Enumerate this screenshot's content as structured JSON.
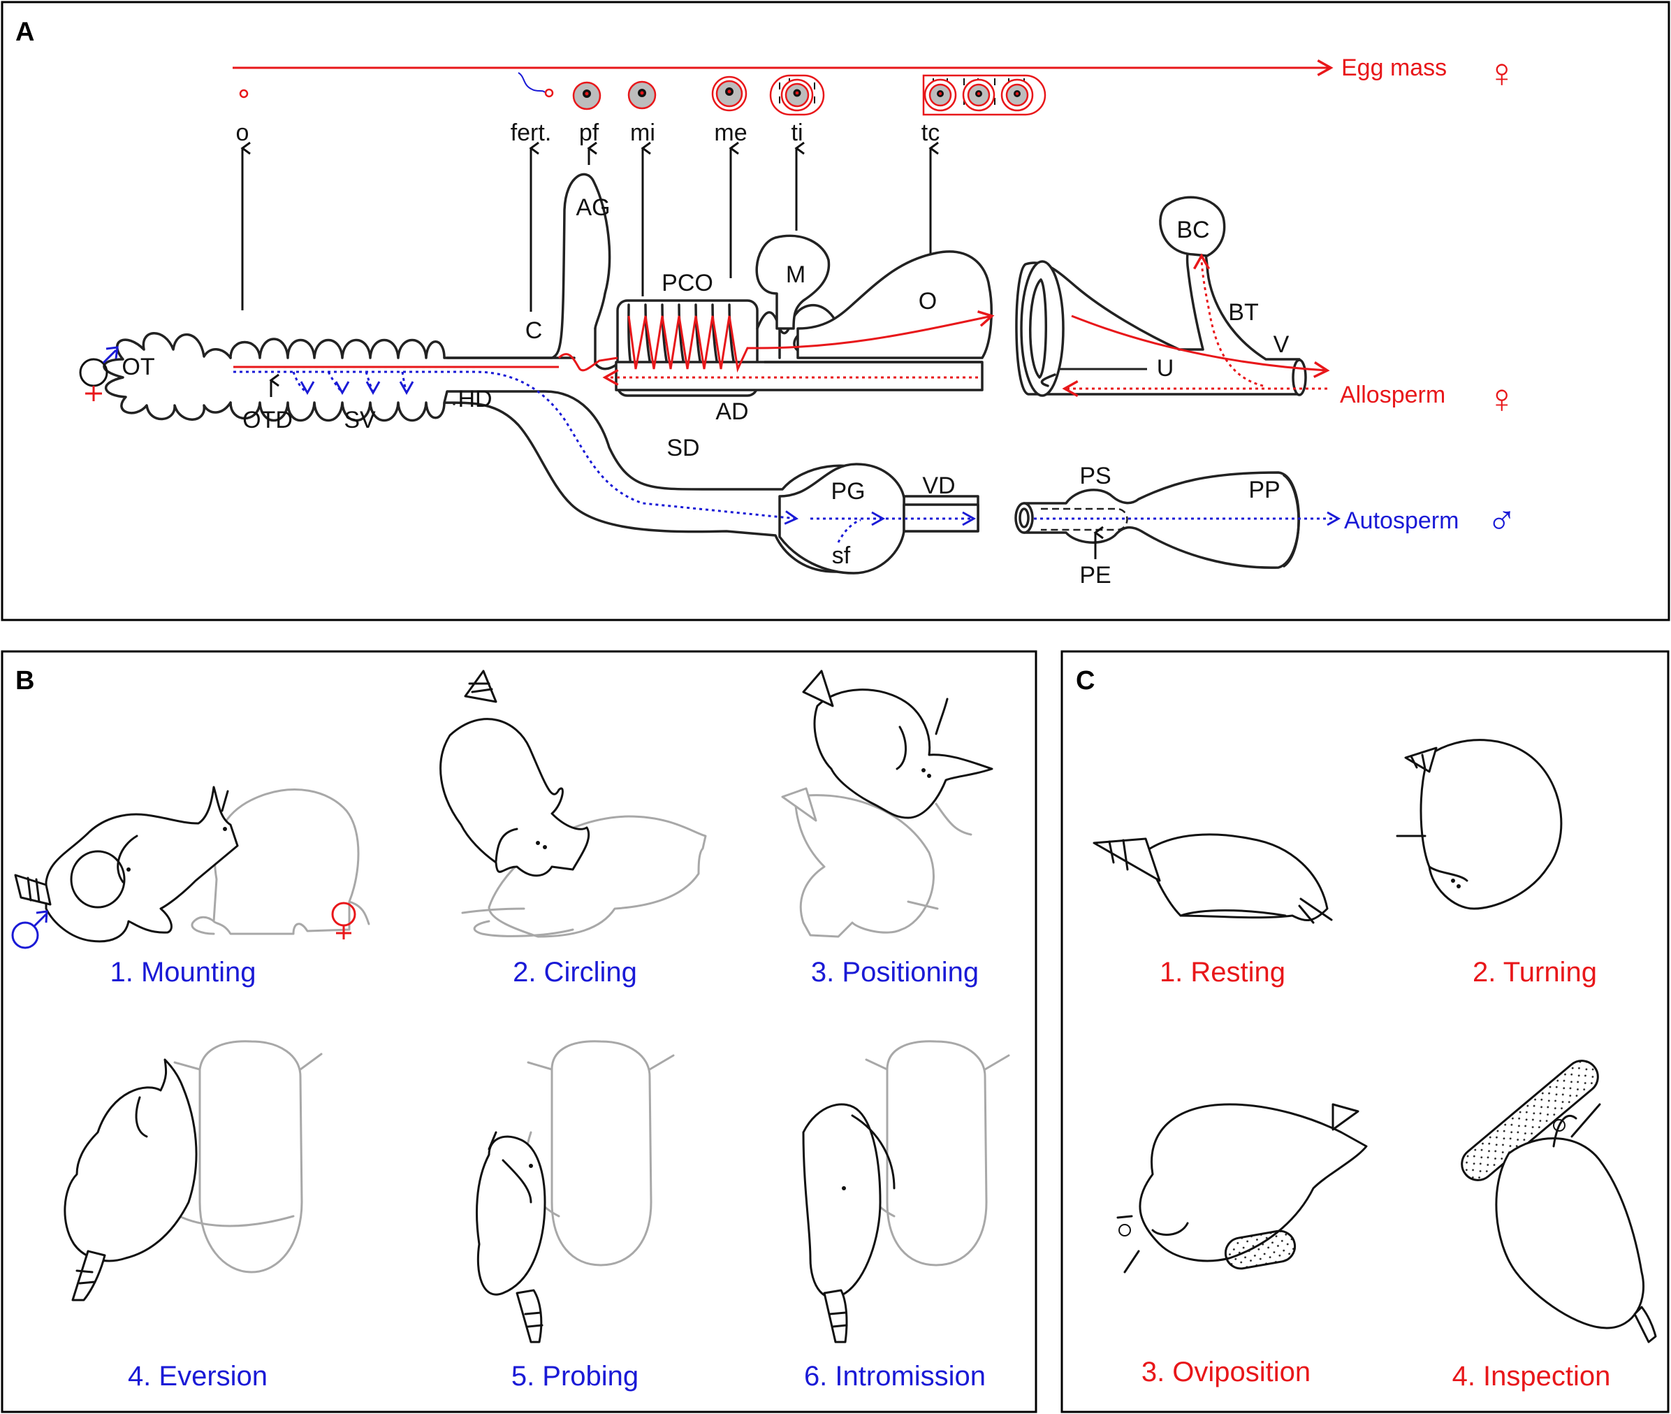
{
  "panels": {
    "a": {
      "letter": "A"
    },
    "b": {
      "letter": "B"
    },
    "c": {
      "letter": "C"
    }
  },
  "colors": {
    "female": "#e8171a",
    "male": "#1a1ad6",
    "line": "#111111",
    "gray": "#a8a8a8"
  },
  "symbols": {
    "male": "♂",
    "female": "♀"
  },
  "flows": {
    "egg_mass": "Egg mass",
    "allosperm": "Allosperm",
    "autosperm": "Autosperm"
  },
  "egg_stages": {
    "o": "o",
    "fert": "fert.",
    "pf": "pf",
    "mi": "mi",
    "me": "me",
    "ti": "ti",
    "tc": "tc"
  },
  "organs": {
    "OT": "OT",
    "OTD": "OTD",
    "SV": "SV",
    "HD": "HD",
    "C": "C",
    "AG": "AG",
    "PCO": "PCO",
    "M": "M",
    "O": "O",
    "AD": "AD",
    "SD": "SD",
    "PG": "PG",
    "VD": "VD",
    "sf": "sf",
    "BC": "BC",
    "BT": "BT",
    "U": "U",
    "V": "V",
    "PS": "PS",
    "PP": "PP",
    "PE": "PE"
  },
  "male_behaviors": [
    "1. Mounting",
    "2. Circling",
    "3. Positioning",
    "4. Eversion",
    "5. Probing",
    "6. Intromission"
  ],
  "female_behaviors": [
    "1. Resting",
    "2. Turning",
    "3. Oviposition",
    "4. Inspection"
  ]
}
